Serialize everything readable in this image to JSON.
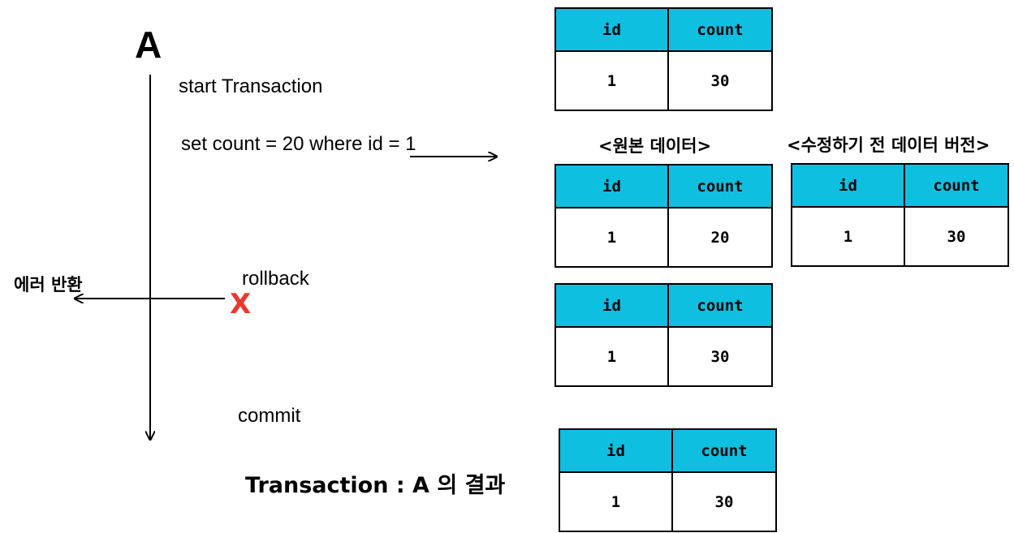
{
  "diagram": {
    "transaction_name": "A",
    "steps": {
      "start": "start Transaction",
      "update": "set count = 20 where id = 1",
      "rollback": "rollback",
      "commit": "commit"
    },
    "error_return": "에러 반환",
    "error_mark": "X",
    "result_caption": "Transaction : A 의 결과",
    "original_caption": "<원본 데이터>",
    "pre_edit_caption": "<수정하기 전 데이터 버전>"
  },
  "tables": {
    "top": {
      "headers": [
        "id",
        "count"
      ],
      "row": [
        "1",
        "30"
      ]
    },
    "updated": {
      "headers": [
        "id",
        "count"
      ],
      "row": [
        "1",
        "20"
      ]
    },
    "pre_edit": {
      "headers": [
        "id",
        "count"
      ],
      "row": [
        "1",
        "30"
      ]
    },
    "rolled": {
      "headers": [
        "id",
        "count"
      ],
      "row": [
        "1",
        "30"
      ]
    },
    "result": {
      "headers": [
        "id",
        "count"
      ],
      "row": [
        "1",
        "30"
      ]
    }
  },
  "colors": {
    "header_bg": "#0fbfe0",
    "error": "#e8392c"
  }
}
